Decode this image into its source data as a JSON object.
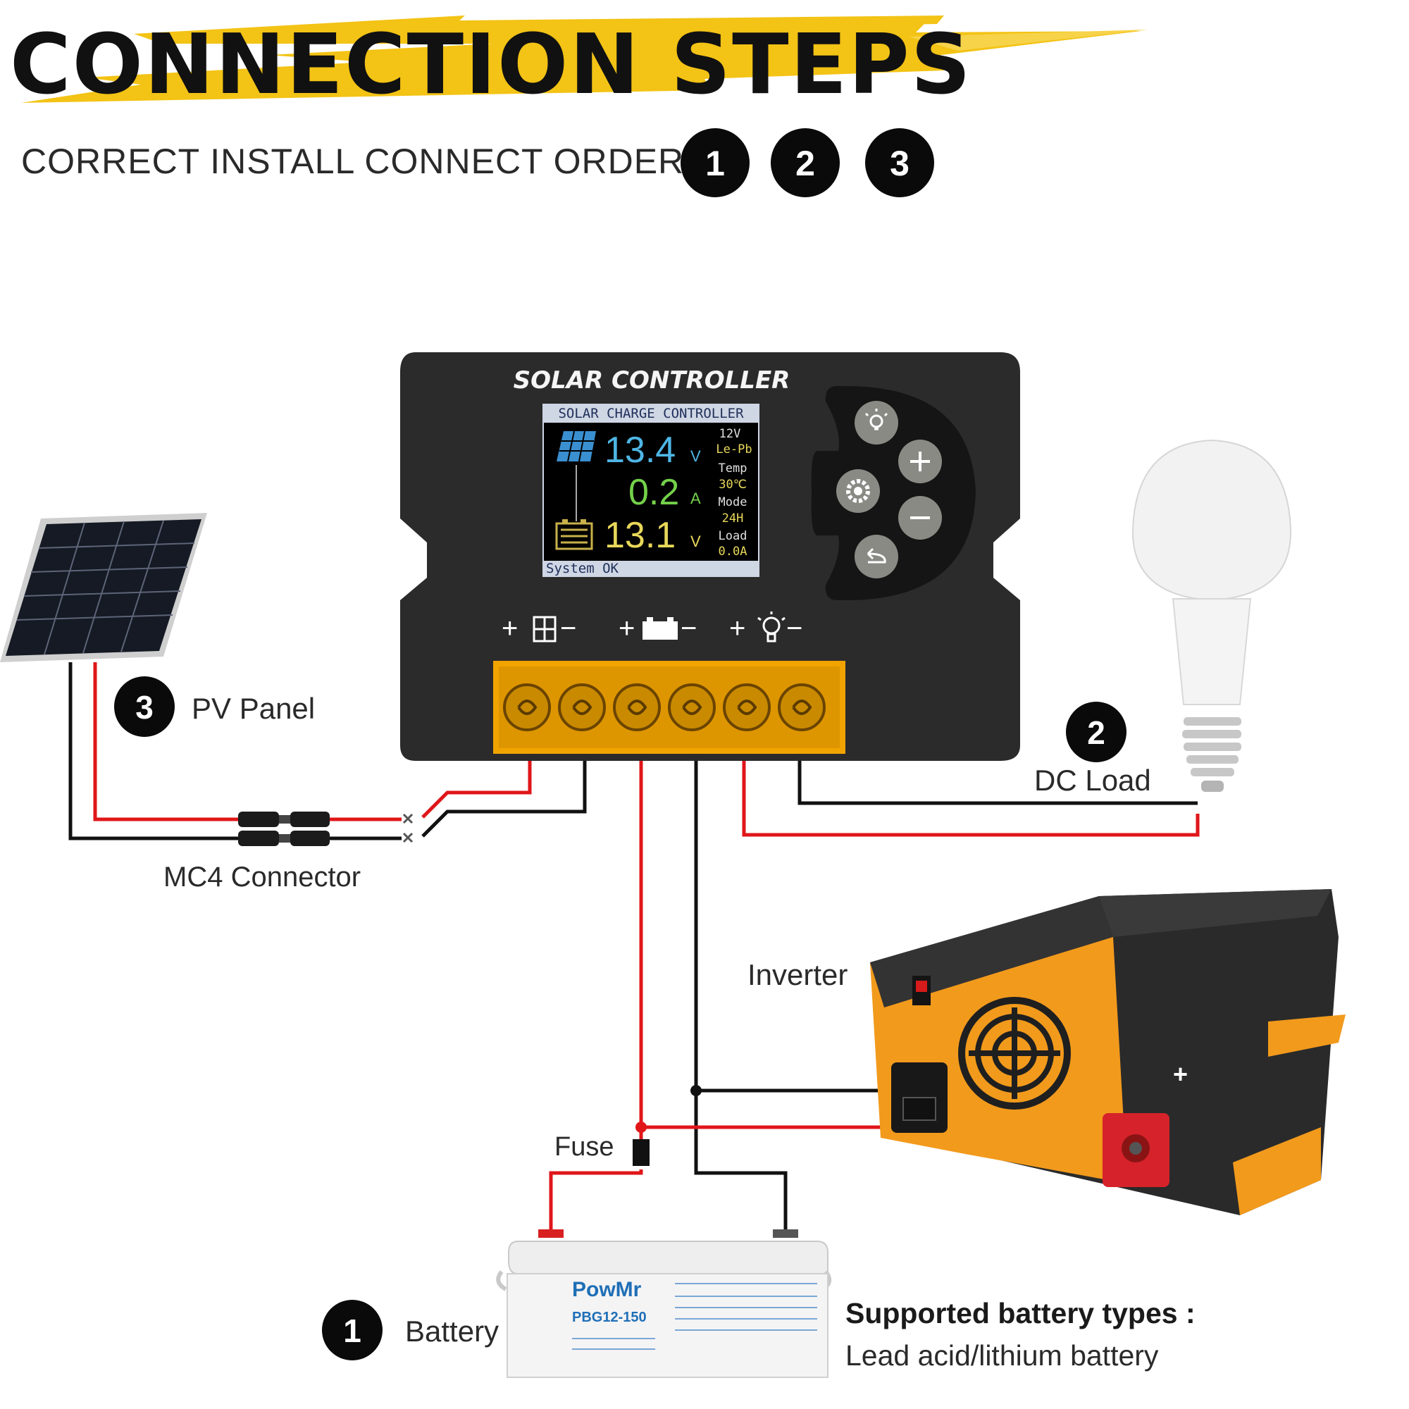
{
  "header": {
    "title": "CONNECTION STEPS",
    "subtitle": "CORRECT INSTALL CONNECT ORDER:",
    "order_badges": [
      "1",
      "2",
      "3"
    ]
  },
  "controller": {
    "brand_label": "SOLAR CONTROLLER",
    "screen": {
      "header": "SOLAR CHARGE CONTROLLER",
      "pv_voltage": "13.4",
      "pv_unit": "V",
      "current": "0.2",
      "current_unit": "A",
      "battery_voltage": "13.1",
      "battery_unit": "V",
      "side_info": [
        "12V",
        "Le-Pb",
        "Temp",
        "30℃",
        "Mode",
        "24H",
        "Load",
        "0.0A"
      ],
      "status": "System OK"
    },
    "buttons": [
      "light-icon",
      "plus-icon",
      "settings-icon",
      "minus-icon",
      "back-icon"
    ],
    "terminal_symbols": [
      "pv-panel-icon",
      "battery-icon",
      "bulb-icon"
    ],
    "terminal_plus": "+",
    "terminal_minus": "−"
  },
  "components": {
    "pv_panel": {
      "step": "3",
      "label": "PV Panel"
    },
    "dc_load": {
      "step": "2",
      "label": "DC Load"
    },
    "battery": {
      "step": "1",
      "label": "Battery",
      "brand": "PowMr",
      "model": "PBG12-150"
    },
    "inverter": {
      "label": "Inverter"
    },
    "mc4": {
      "label": "MC4 Connector"
    },
    "fuse": {
      "label": "Fuse"
    }
  },
  "supported": {
    "title": "Supported battery types :",
    "value": "Lead acid/lithium battery"
  },
  "colors": {
    "positive_wire": "#e0161a",
    "negative_wire": "#111111",
    "accent_yellow": "#f3c315",
    "controller_body": "#2b2b2b",
    "inverter_orange": "#f29a1c",
    "lcd_cyan": "#4fb6e6",
    "lcd_green": "#74d14a",
    "lcd_yellow": "#e8d85a"
  }
}
